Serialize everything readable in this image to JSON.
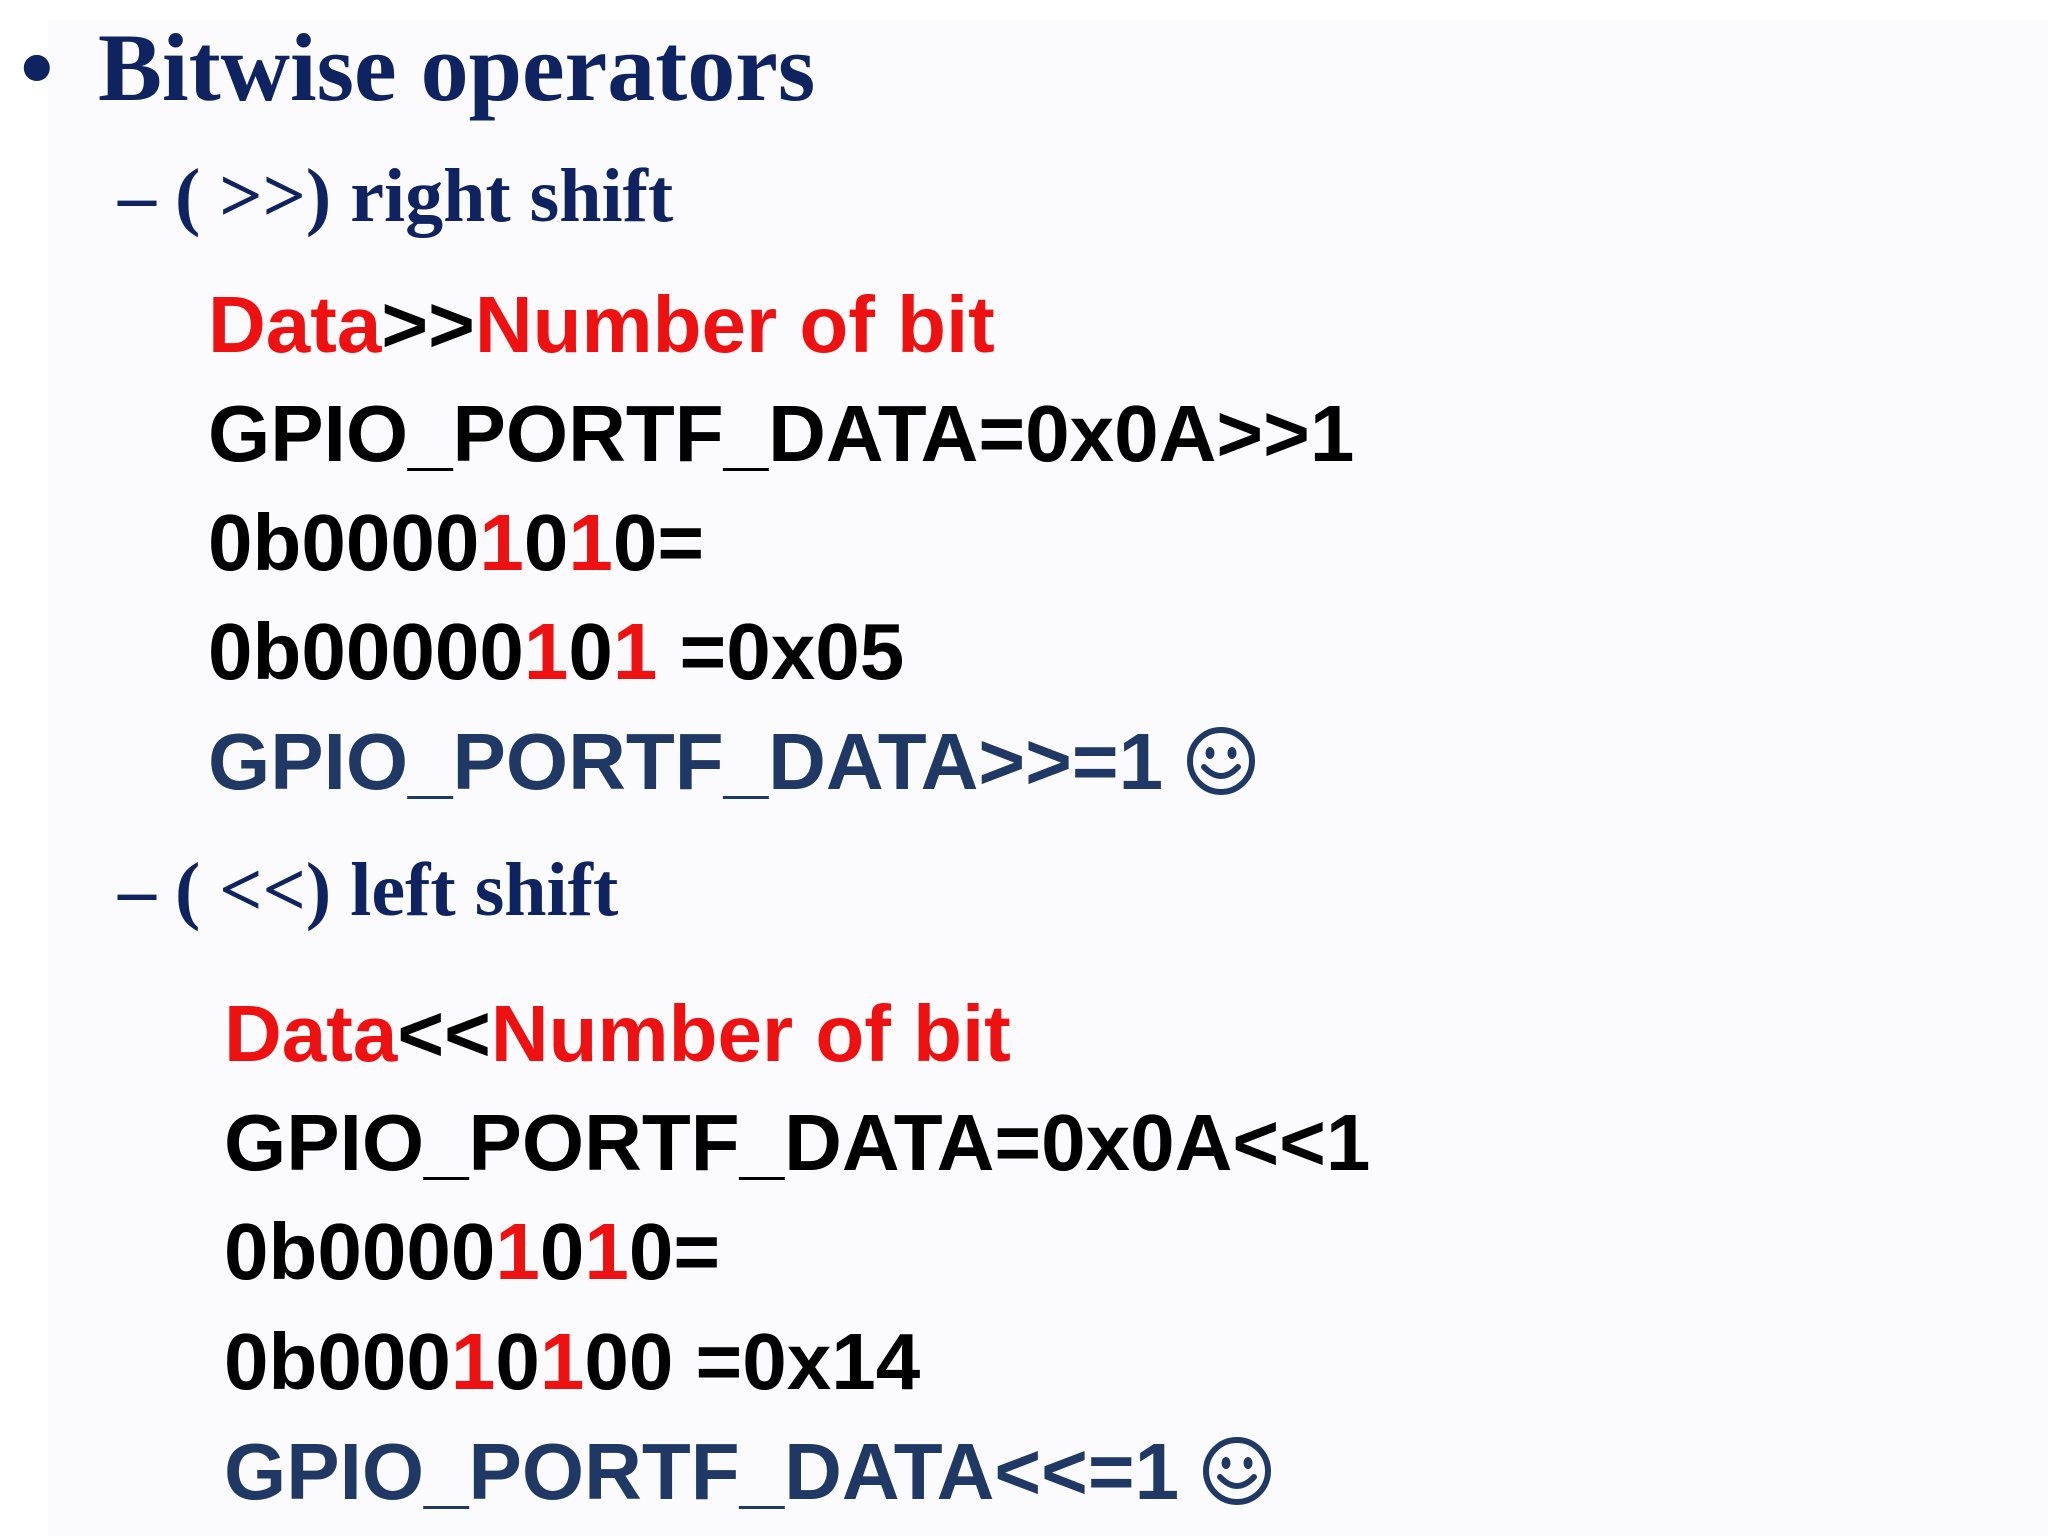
{
  "heading": {
    "bullet": "•",
    "text": "Bitwise operators"
  },
  "right_shift": {
    "title": "– ( >>) right shift",
    "syntax": {
      "data": "Data",
      "op": ">>",
      "bits": "Number of bit"
    },
    "assignment": "GPIO_PORTF_DATA=0x0A>>1",
    "before": {
      "prefix": "0b0000",
      "h1": "1",
      "mid": "0",
      "h2": "1",
      "tail": "0="
    },
    "after": {
      "prefix": "0b00000",
      "h1": "1",
      "mid": "0",
      "h2": "1",
      "tail": " =0x05"
    },
    "compound": "GPIO_PORTF_DATA>>=1",
    "emoji": "smiley-face-icon"
  },
  "left_shift": {
    "title": "– ( <<) left shift",
    "syntax": {
      "data": "Data",
      "op": "<<",
      "bits": "Number of bit"
    },
    "assignment": "GPIO_PORTF_DATA=0x0A<<1",
    "before": {
      "prefix": "0b0000",
      "h1": "1",
      "mid": "0",
      "h2": "1",
      "tail": "0="
    },
    "after": {
      "prefix": "0b000",
      "h1": "1",
      "mid": "0",
      "h2": "1",
      "tail": "00 =0x14"
    },
    "compound": "GPIO_PORTF_DATA<<=1",
    "emoji": "smiley-face-icon"
  },
  "colors": {
    "heading": "#0e2360",
    "highlight": "#ee1111",
    "compound": "#1f3864",
    "code": "#000000"
  }
}
